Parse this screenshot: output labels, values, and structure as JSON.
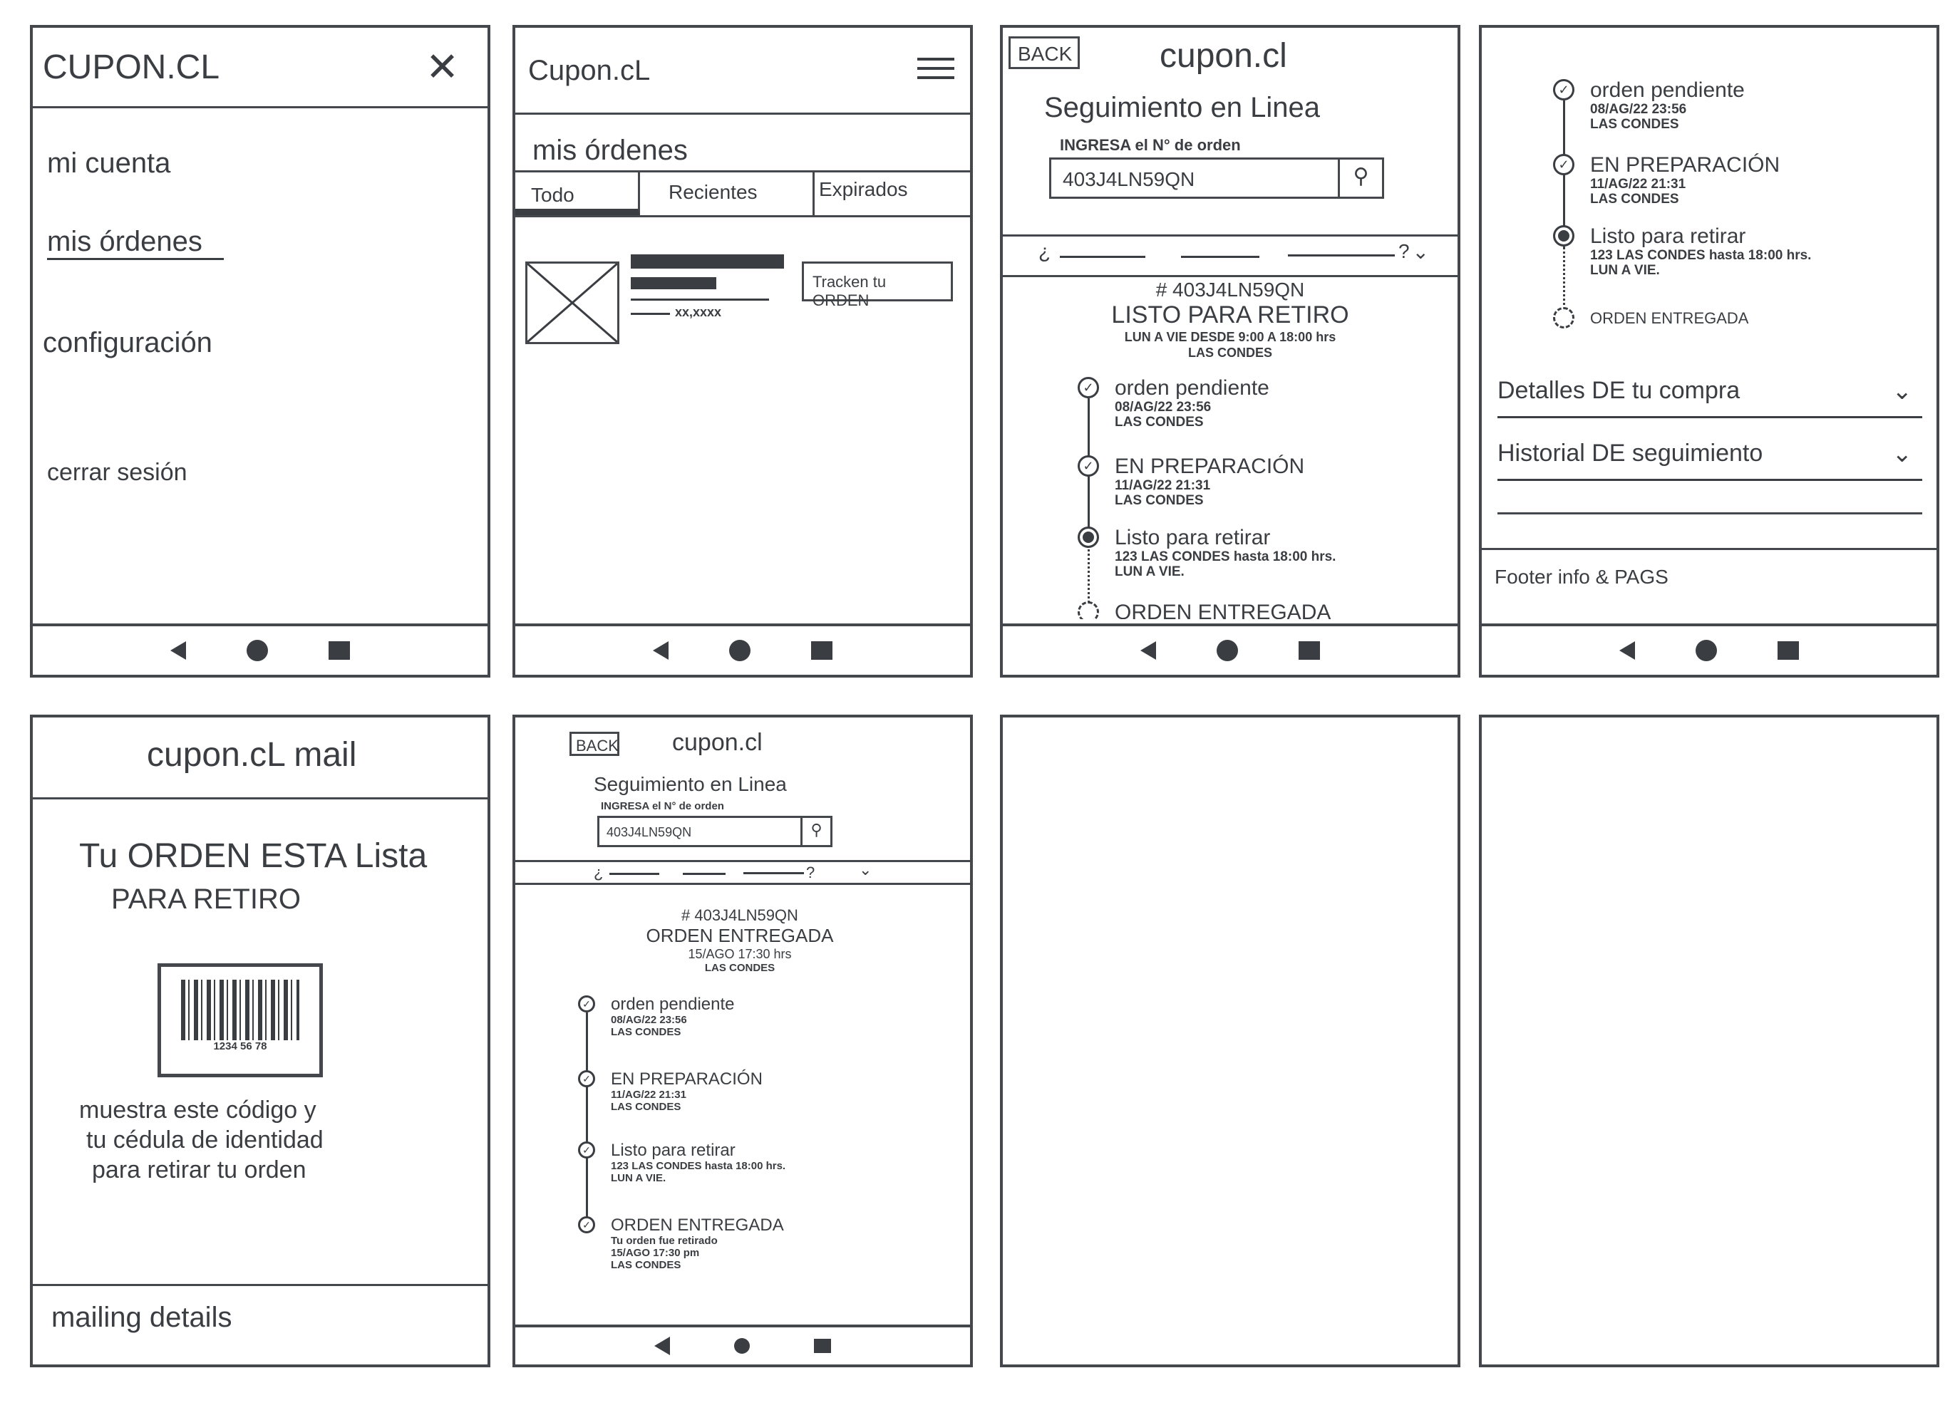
{
  "menu_screen": {
    "title": "CUPON.CL",
    "close_icon": "close-icon",
    "items": [
      "mi cuenta",
      "mis órdenes",
      "configuración",
      "cerrar sesión"
    ],
    "active_item": "mis órdenes"
  },
  "orders_screen": {
    "title": "Cupon.cL",
    "menu_icon": "hamburger-icon",
    "heading": "mis órdenes",
    "tabs": [
      "Todo",
      "Recientes",
      "Expirados"
    ],
    "active_tab": "Todo",
    "item_price": "xx,xxxx",
    "track_button": "Tracken tu ORDEN"
  },
  "tracking_screen": {
    "back": "BACK",
    "title": "cupon.cl",
    "heading": "Seguimiento en Linea",
    "input_label": "INGRESA el N° de orden",
    "input_value": "403J4LN59QN",
    "faq_open": "¿",
    "faq_close": "?",
    "order_number": "# 403J4LN59QN",
    "status": "LISTO PARA RETIRO",
    "hours": "LUN A VIE DESDE 9:00 A 18:00 hrs",
    "location": "LAS CONDES",
    "steps": [
      {
        "title": "orden pendiente",
        "l1": "08/AG/22   23:56",
        "l2": "LAS CONDES",
        "state": "done"
      },
      {
        "title": "EN PREPARACIÓN",
        "l1": "11/AG/22   21:31",
        "l2": "LAS CONDES",
        "state": "done"
      },
      {
        "title": "Listo para retirar",
        "l1": "123 LAS CONDES hasta 18:00 hrs.",
        "l2": "LUN A VIE.",
        "state": "current"
      },
      {
        "title": "ORDEN ENTREGADA",
        "state": "pending"
      }
    ]
  },
  "tracking_scroll_screen": {
    "accordions": [
      "Detalles DE tu compra",
      "Historial DE seguimiento"
    ],
    "footer": "Footer info & PAGS"
  },
  "mail_screen": {
    "title": "cupon.cL mail",
    "message_l1": "Tu ORDEN ESTA Lista",
    "message_l2": "PARA RETIRO",
    "barcode_digits": "1234  56  78",
    "instructions": [
      "muestra este código y",
      "tu cédula de identidad",
      "para retirar tu orden"
    ],
    "footer": "mailing details"
  },
  "delivered_screen": {
    "back": "BACK",
    "title": "cupon.cl",
    "heading": "Seguimiento en Linea",
    "input_label": "INGRESA el N° de orden",
    "input_value": "403J4LN59QN",
    "faq_open": "¿",
    "faq_close": "?",
    "order_number": "# 403J4LN59QN",
    "status": "ORDEN ENTREGADA",
    "date": "15/AGO   17:30 hrs",
    "location": "LAS CONDES",
    "steps": [
      {
        "title": "orden pendiente",
        "l1": "08/AG/22   23:56",
        "l2": "LAS CONDES"
      },
      {
        "title": "EN PREPARACIÓN",
        "l1": "11/AG/22   21:31",
        "l2": "LAS CONDES"
      },
      {
        "title": "Listo para retirar",
        "l1": "123 LAS CONDES hasta 18:00 hrs.",
        "l2": "LUN A VIE."
      },
      {
        "title": "ORDEN ENTREGADA",
        "l1": "Tu orden fue retirado",
        "l2": "15/AGO  17:30 pm",
        "l3": "LAS CONDES"
      }
    ]
  },
  "colors": {
    "ink": "#3a3d42",
    "paper": "#ffffff"
  }
}
